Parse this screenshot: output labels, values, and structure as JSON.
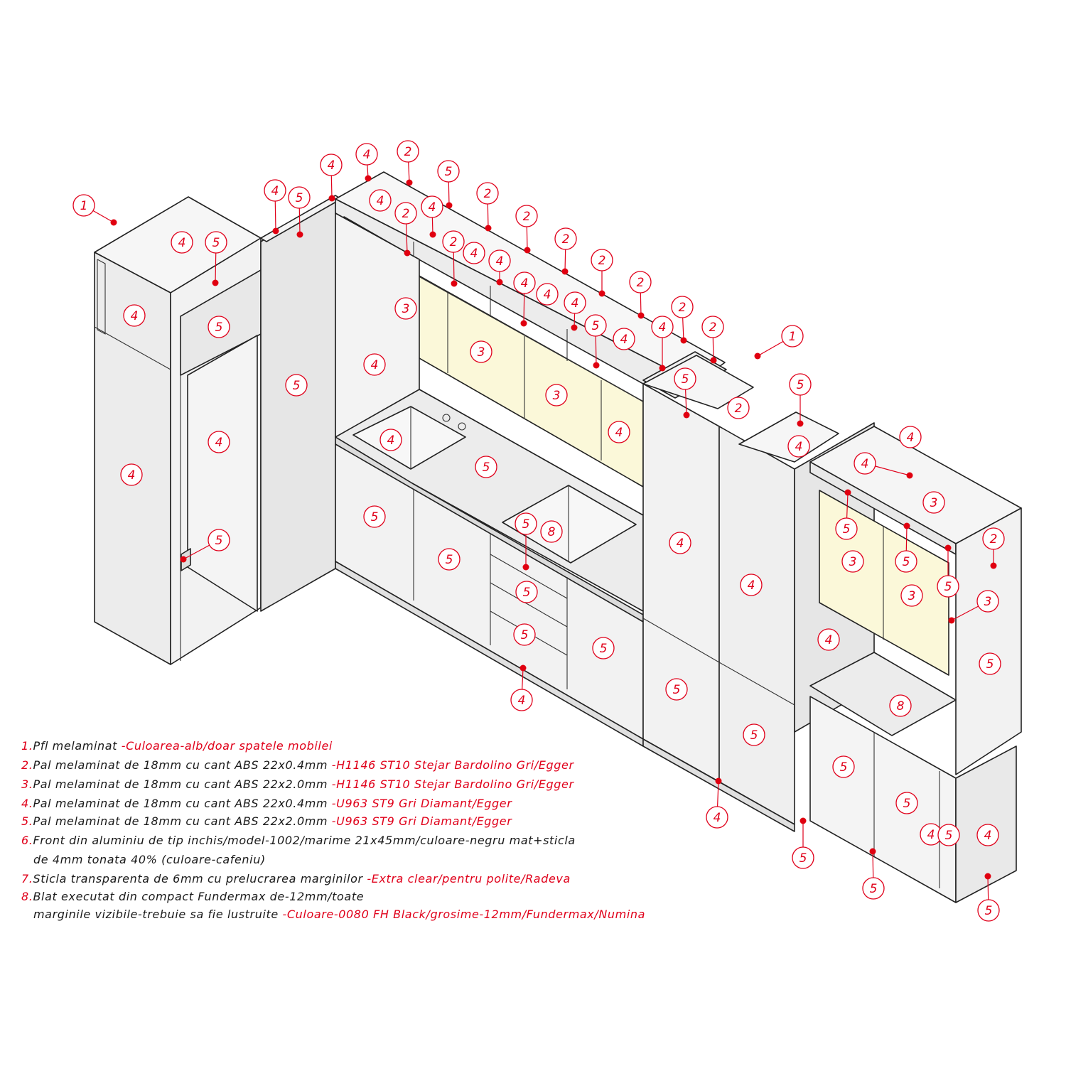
{
  "colors": {
    "carcass_face": "#efefef",
    "carcass_side": "#e4e4e4",
    "carcass_top": "#f6f6f6",
    "glass_front": "#fbf8d9",
    "worktop": "#ebebeb",
    "accent_red": "#e0001a",
    "line": "#222222"
  },
  "callouts": [
    "1",
    "1",
    "4",
    "4",
    "5",
    "4",
    "5",
    "4",
    "4",
    "5",
    "4",
    "5",
    "4",
    "4",
    "2",
    "4",
    "2",
    "5",
    "2",
    "4",
    "2",
    "4",
    "2",
    "2",
    "4",
    "4",
    "5",
    "2",
    "4",
    "2",
    "5",
    "4",
    "2",
    "2",
    "4",
    "2",
    "5",
    "4",
    "4",
    "4",
    "3",
    "3",
    "3",
    "3",
    "4",
    "4",
    "8",
    "5",
    "4",
    "5",
    "5",
    "5",
    "5",
    "5",
    "5",
    "5",
    "5",
    "4",
    "4",
    "5",
    "4",
    "5",
    "4",
    "3",
    "5",
    "5",
    "3",
    "3",
    "2",
    "5",
    "4",
    "5",
    "5",
    "8",
    "5",
    "5",
    "5",
    "4",
    "5",
    "4"
  ],
  "legend": [
    {
      "prefix": "1.",
      "black": "Pfl melaminat ",
      "red": "-Culoarea-alb/doar spatele mobilei"
    },
    {
      "prefix": "2.",
      "black": "Pal melaminat de 18mm cu cant ABS 22x0.4mm ",
      "red": "-H1146 ST10 Stejar Bardolino Gri/Egger"
    },
    {
      "prefix": "3.",
      "black": "Pal melaminat de 18mm cu cant ABS 22x2.0mm ",
      "red": "-H1146 ST10 Stejar Bardolino Gri/Egger"
    },
    {
      "prefix": "4.",
      "black": "Pal melaminat de 18mm cu cant ABS 22x0.4mm ",
      "red": "-U963 ST9 Gri Diamant/Egger"
    },
    {
      "prefix": "5.",
      "black": "Pal melaminat de 18mm cu cant ABS 22x2.0mm ",
      "red": "-U963 ST9 Gri Diamant/Egger"
    },
    {
      "prefix": "6.",
      "black": "Front din aluminiu de tip inchis/model-1002/marime 21x45mm/culoare-negru mat+sticla",
      "red": ""
    },
    {
      "prefix": "",
      "black": "de 4mm tonata 40% (culoare-cafeniu)",
      "red": ""
    },
    {
      "prefix": "7.",
      "black": "Sticla transparenta de 6mm cu prelucrarea marginilor ",
      "red": "-Extra clear/pentru polite/Radeva"
    },
    {
      "prefix": "8.",
      "black": "Blat executat din compact Fundermax de-12mm/toate",
      "red": ""
    },
    {
      "prefix": "",
      "black": "marginile vizibile-trebuie sa fie lustruite ",
      "red": "-Culoare-0080 FH Black/grosime-12mm/Fundermax/Numina"
    }
  ]
}
